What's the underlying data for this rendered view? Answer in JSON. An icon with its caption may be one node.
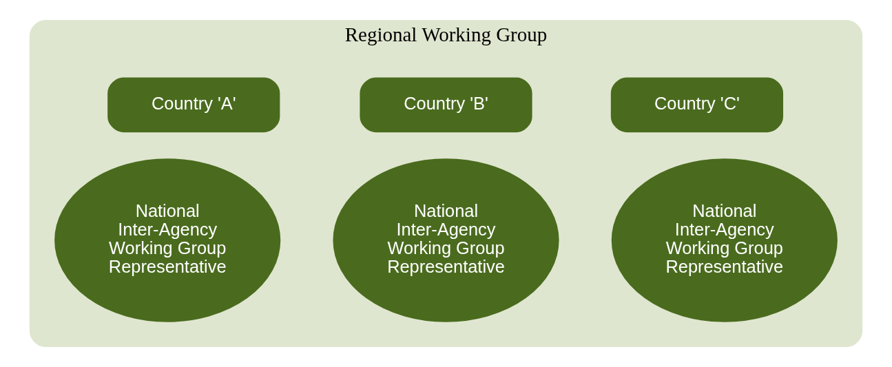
{
  "diagram": {
    "nodes": [
      {
        "text": [
          "Regional Working Group"
        ]
      },
      {
        "text": [
          "Country 'A'"
        ],
        "in": 0
      },
      {
        "text": [
          "Country 'B'"
        ],
        "in": 0
      },
      {
        "text": [
          "Country 'C'"
        ],
        "in": 0
      },
      {
        "text": [
          "National Inter-Agency Working Group Representative"
        ],
        "in": 0
      },
      {
        "text": [
          "National Inter-Agency Working Group Representative"
        ],
        "in": 0
      },
      {
        "text": [
          "National Inter-Agency Working Group Representative"
        ],
        "in": 0
      }
    ],
    "edges": []
  }
}
